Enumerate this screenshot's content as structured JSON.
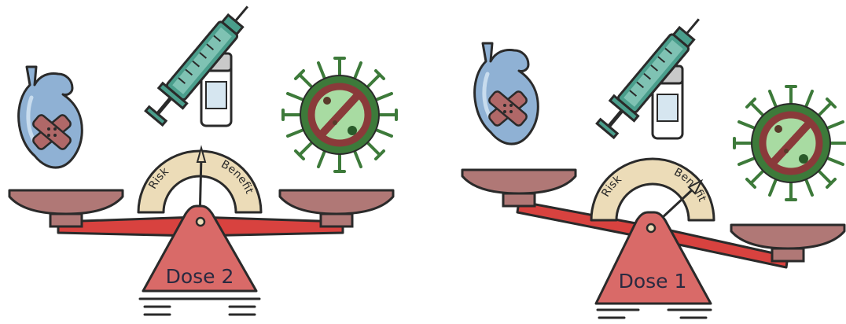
{
  "panels": [
    {
      "dose_label": "Dose 2",
      "risk_label": "Risk",
      "benefit_label": "Benefit"
    },
    {
      "dose_label": "Dose 1",
      "risk_label": "Risk",
      "benefit_label": "Benefit"
    }
  ],
  "icons": [
    "heart-with-bandage-icon",
    "syringe-and-vial-icon",
    "crossed-out-virus-icon"
  ],
  "colors": {
    "beam": "#d8423f",
    "base": "#d96a68",
    "pan": "#b07876",
    "gauge": "#ecdcb8",
    "heart": "#8fb1d4",
    "syringe": "#4a9e8c",
    "virus_ring": "#3d7a3a",
    "virus_fill": "#a8dba2",
    "prohibit": "#8a3a3a",
    "outline": "#2a2a2a"
  }
}
